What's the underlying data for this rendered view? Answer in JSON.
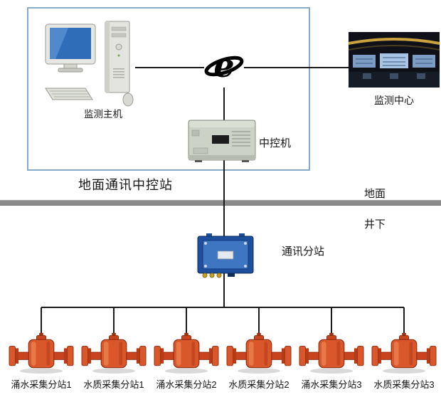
{
  "diagram": {
    "surface_station": {
      "box_label": "地面通讯中控站",
      "host": {
        "label": "监测主机"
      },
      "internet_icon": "internet-e-logo",
      "control_machine": {
        "label": "中控机"
      }
    },
    "monitoring_center": {
      "label": "监测中心"
    },
    "boundary": {
      "surface_label": "地面",
      "underground_label": "井下"
    },
    "comm_substation": {
      "label": "通讯分站"
    },
    "devices": [
      {
        "label": "涌水采集分站1"
      },
      {
        "label": "水质采集分站1"
      },
      {
        "label": "涌水采集分站2"
      },
      {
        "label": "水质采集分站2"
      },
      {
        "label": "涌水采集分站3"
      },
      {
        "label": "水质采集分站3"
      }
    ],
    "colors": {
      "surface_box_border": "#85abc9",
      "divider_gray": "#8b8b8b",
      "line_black": "#1a1a1a",
      "device_orange": "#d4532a",
      "substation_blue": "#2155a3"
    }
  }
}
